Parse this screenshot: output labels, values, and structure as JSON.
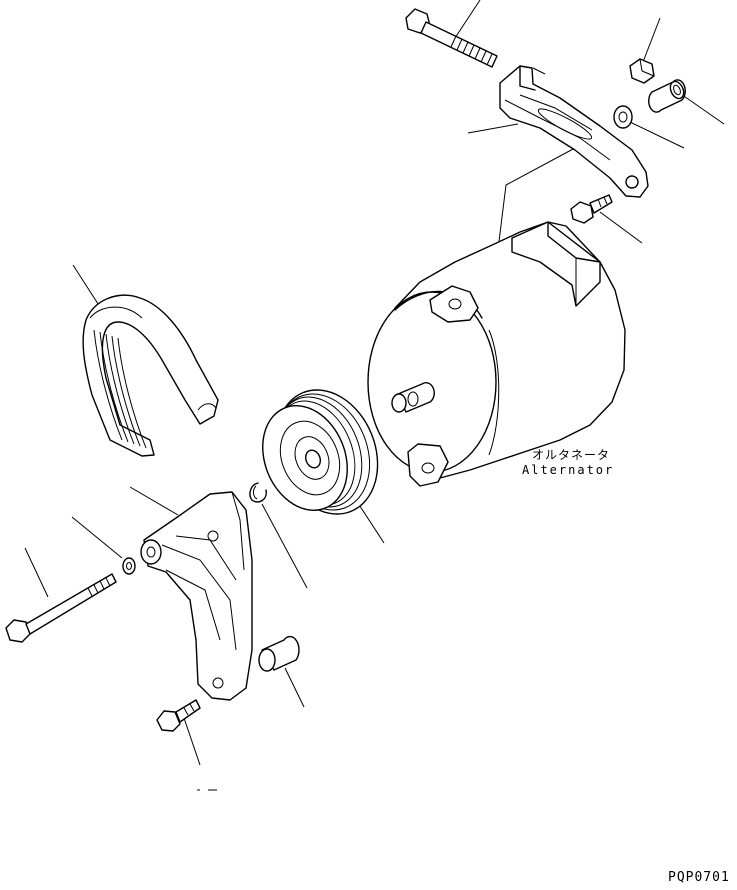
{
  "labels": {
    "alternator_jp": "オルタネータ",
    "alternator_en": "Alternator"
  },
  "drawing_code": "PQP0701"
}
